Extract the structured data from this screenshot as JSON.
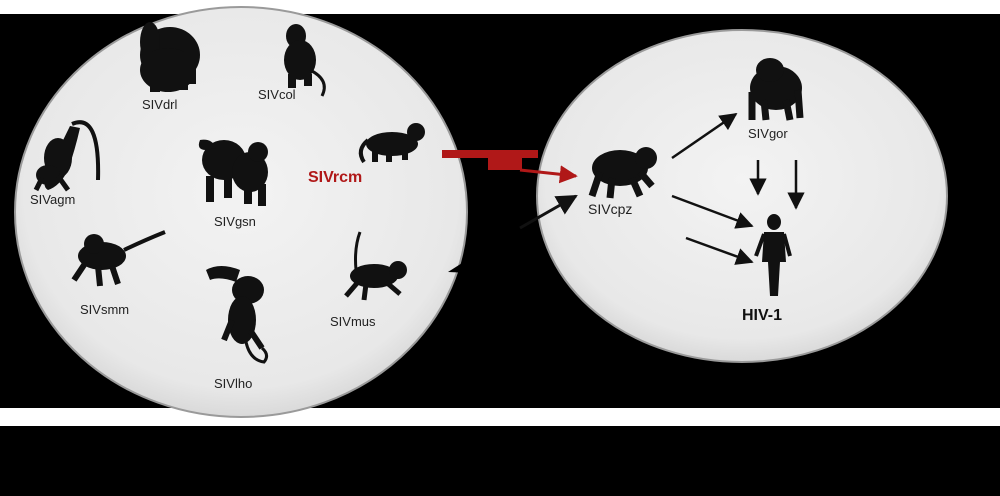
{
  "colors": {
    "background": "#000000",
    "circle_fill": "#ececec",
    "circle_edge": "#9a9a9a",
    "silhouette": "#111111",
    "label": "#222222",
    "highlight": "#b01818",
    "arrow": "#111111",
    "band": "#ffffff"
  },
  "left_group": {
    "labels": {
      "drl": "SIVdrl",
      "col": "SIVcol",
      "agm": "SIVagm",
      "gsn": "SIVgsn",
      "rcm": "SIVrcm",
      "smm": "SIVsmm",
      "lho": "SIVlho",
      "mus": "SIVmus"
    },
    "icons": {
      "drl": "drill-icon",
      "col": "colobus-icon",
      "agm": "hanging-monkey-icon",
      "gsn": "guenon-icon",
      "rcm": "mangabey-icon",
      "smm": "sooty-mangabey-icon",
      "lho": "lhoest-monkey-icon",
      "mus": "mustached-monkey-icon"
    }
  },
  "right_group": {
    "labels": {
      "cpz": "SIVcpz",
      "gor": "SIVgor",
      "hiv": "HIV-1"
    },
    "icons": {
      "cpz": "chimpanzee-icon",
      "gor": "gorilla-icon",
      "hiv": "human-icon"
    }
  }
}
